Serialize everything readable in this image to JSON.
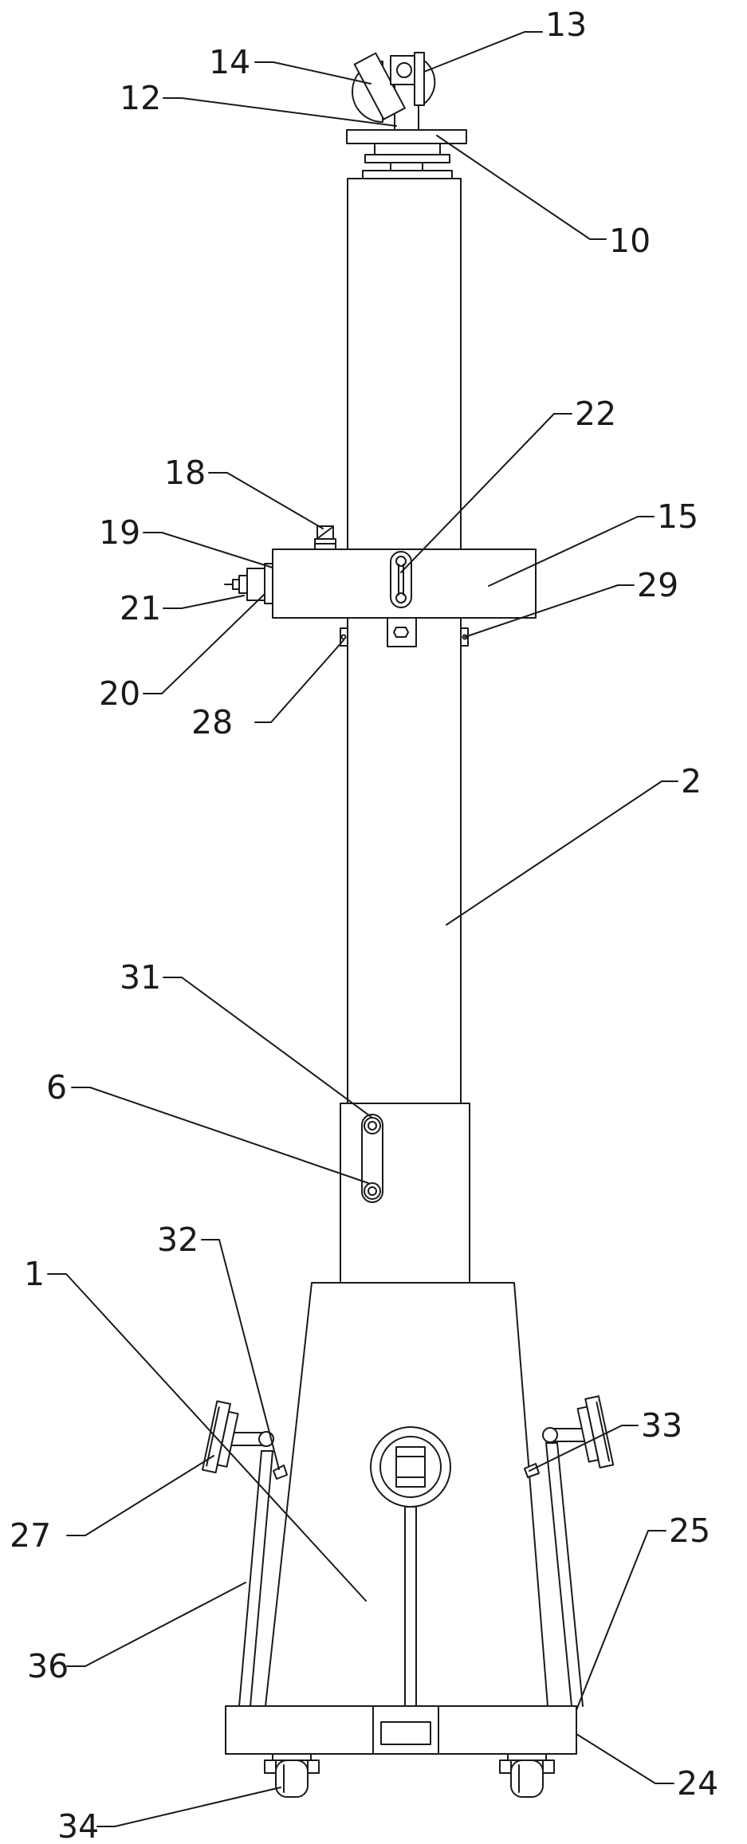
{
  "callouts": [
    {
      "id": "14",
      "text": "14"
    },
    {
      "id": "13",
      "text": "13"
    },
    {
      "id": "12",
      "text": "12"
    },
    {
      "id": "10",
      "text": "10"
    },
    {
      "id": "22",
      "text": "22"
    },
    {
      "id": "18",
      "text": "18"
    },
    {
      "id": "15",
      "text": "15"
    },
    {
      "id": "19",
      "text": "19"
    },
    {
      "id": "29",
      "text": "29"
    },
    {
      "id": "21",
      "text": "21"
    },
    {
      "id": "20",
      "text": "20"
    },
    {
      "id": "28",
      "text": "28"
    },
    {
      "id": "2",
      "text": "2"
    },
    {
      "id": "31",
      "text": "31"
    },
    {
      "id": "6",
      "text": "6"
    },
    {
      "id": "32",
      "text": "32"
    },
    {
      "id": "1",
      "text": "1"
    },
    {
      "id": "33",
      "text": "33"
    },
    {
      "id": "27",
      "text": "27"
    },
    {
      "id": "25",
      "text": "25"
    },
    {
      "id": "36",
      "text": "36"
    },
    {
      "id": "24",
      "text": "24"
    },
    {
      "id": "34",
      "text": "34"
    }
  ]
}
